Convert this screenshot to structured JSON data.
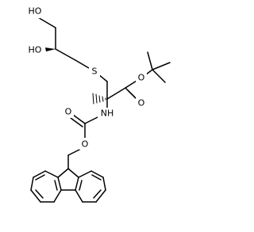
{
  "molecule": {
    "atoms": {
      "ho_top": "HO",
      "ho_mid": "HO",
      "sulfur": "S",
      "ester_oxygen": "O",
      "ester_carbonyl_oxygen": "O",
      "amide_nitrogen": "NH",
      "carbamate_carbonyl_oxygen": "O",
      "carbamate_ester_oxygen": "O"
    }
  }
}
